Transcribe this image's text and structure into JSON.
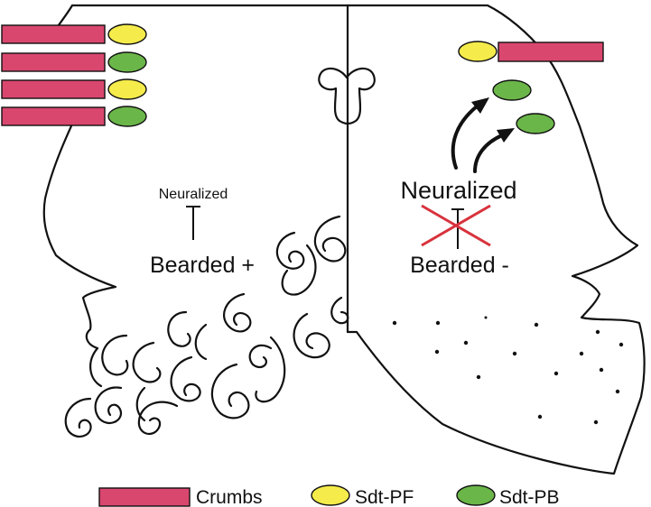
{
  "left_panel": {
    "inhibitor_label": "Neuralized",
    "target_label": "Bearded +"
  },
  "right_panel": {
    "inhibitor_label": "Neuralized",
    "target_label": "Bearded -"
  },
  "legend": {
    "crumbs_label": "Crumbs",
    "sdt_pf_label": "Sdt-PF",
    "sdt_pb_label": "Sdt-PB"
  },
  "colors": {
    "crumbs": "#d9476f",
    "sdt_pf": "#f5eb4b",
    "sdt_pb": "#6bb649",
    "blocked_cross": "#d8323c",
    "outline": "#111111"
  }
}
